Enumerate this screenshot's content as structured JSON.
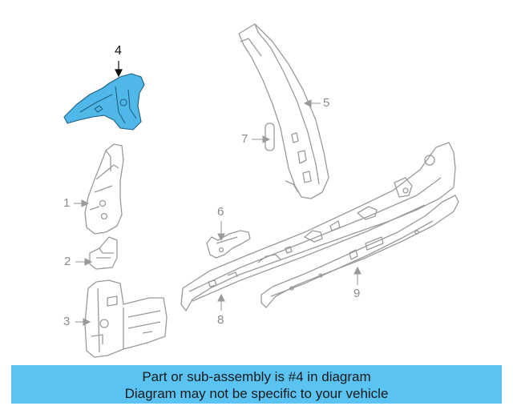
{
  "diagram": {
    "highlight_color": "#4fb8e8",
    "line_color": "#9a9a9a",
    "callouts": [
      {
        "id": "part-4",
        "label": "4",
        "highlighted": true
      },
      {
        "id": "part-5",
        "label": "5",
        "highlighted": false
      },
      {
        "id": "part-7",
        "label": "7",
        "highlighted": false
      },
      {
        "id": "part-1",
        "label": "1",
        "highlighted": false
      },
      {
        "id": "part-6",
        "label": "6",
        "highlighted": false
      },
      {
        "id": "part-2",
        "label": "2",
        "highlighted": false
      },
      {
        "id": "part-9",
        "label": "9",
        "highlighted": false
      },
      {
        "id": "part-3",
        "label": "3",
        "highlighted": false
      },
      {
        "id": "part-8",
        "label": "8",
        "highlighted": false
      }
    ]
  },
  "banner": {
    "line1": "Part or sub-assembly is #4 in diagram",
    "line2": "Diagram may not be specific to your vehicle",
    "color": "#5bc3f2"
  }
}
